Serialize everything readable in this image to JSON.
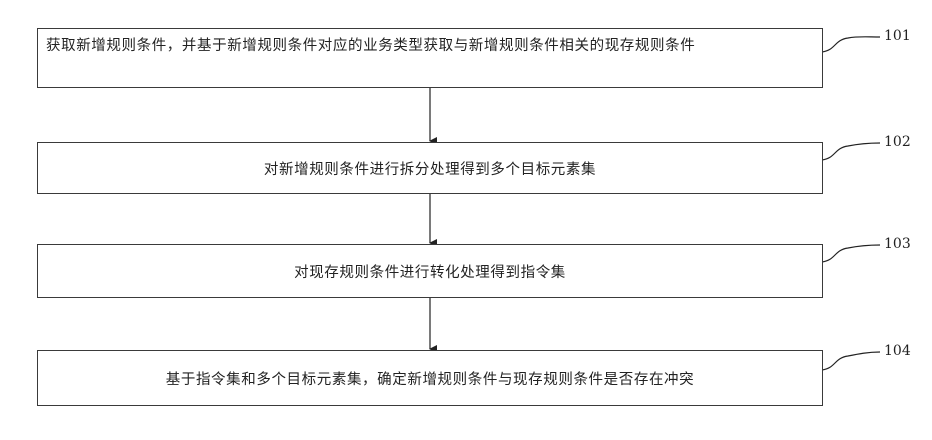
{
  "steps": [
    {
      "number": "101",
      "text": "获取新增规则条件，并基于新增规则条件对应的业务类型获取与新增规则条件相关的现存规则条件"
    },
    {
      "number": "102",
      "text": "对新增规则条件进行拆分处理得到多个目标元素集"
    },
    {
      "number": "103",
      "text": "对现存规则条件进行转化处理得到指令集"
    },
    {
      "number": "104",
      "text": "基于指令集和多个目标元素集，确定新增规则条件与现存规则条件是否存在冲突"
    }
  ]
}
